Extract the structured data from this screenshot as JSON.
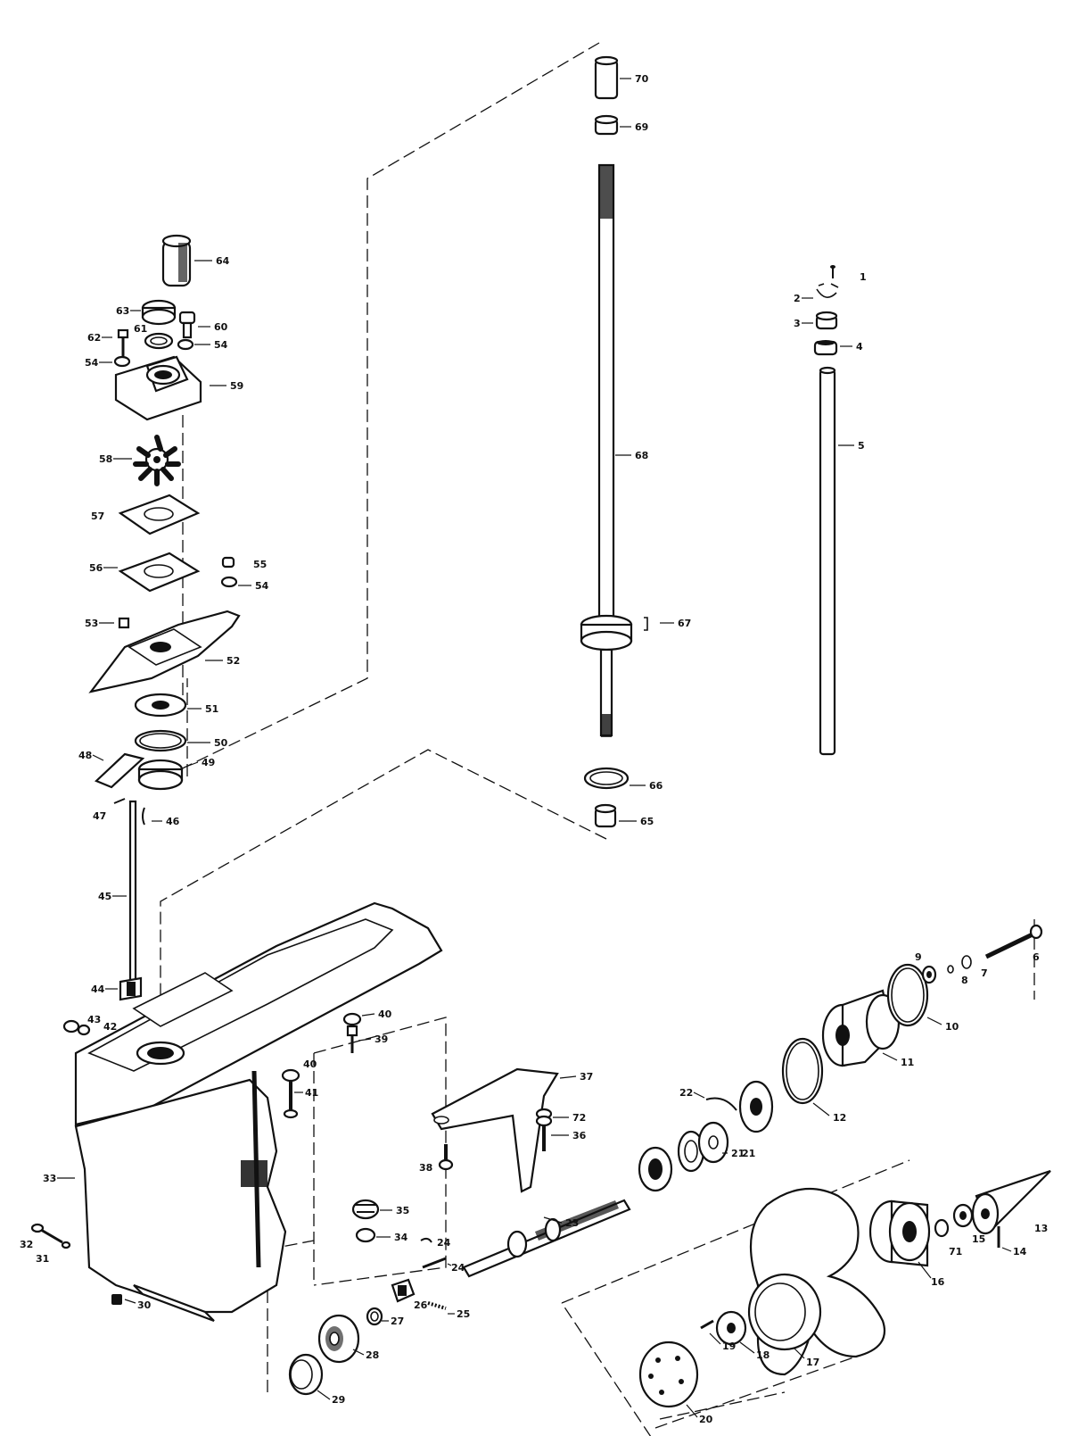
{
  "diagram": {
    "part_numbers": [
      "1",
      "2",
      "3",
      "4",
      "5",
      "6",
      "7",
      "8",
      "9",
      "10",
      "11",
      "12",
      "13",
      "14",
      "15",
      "16",
      "17",
      "18",
      "19",
      "20",
      "21",
      "22",
      "23",
      "24",
      "25",
      "26",
      "27",
      "28",
      "29",
      "30",
      "31",
      "32",
      "33",
      "34",
      "35",
      "36",
      "37",
      "38",
      "39",
      "40",
      "41",
      "42",
      "43",
      "44",
      "45",
      "46",
      "47",
      "48",
      "49",
      "50",
      "51",
      "52",
      "53",
      "54",
      "55",
      "56",
      "57",
      "58",
      "59",
      "60",
      "61",
      "62",
      "63",
      "64",
      "65",
      "66",
      "67",
      "68",
      "69",
      "70",
      "71",
      "72"
    ],
    "labels": {
      "p1": "1",
      "p2": "2",
      "p3": "3",
      "p4": "4",
      "p5": "5",
      "p6": "6",
      "p7": "7",
      "p8": "8",
      "p9": "9",
      "p10": "10",
      "p11": "11",
      "p12": "12",
      "p13": "13",
      "p14": "14",
      "p15": "15",
      "p16": "16",
      "p17": "17",
      "p18": "18",
      "p19": "19",
      "p20": "20",
      "p21": "21",
      "p22": "22",
      "p23": "23",
      "p24a": "24",
      "p24b": "24",
      "p25": "25",
      "p26": "26",
      "p27": "27",
      "p28": "28",
      "p29": "29",
      "p30": "30",
      "p31": "31",
      "p32": "32",
      "p33": "33",
      "p34": "34",
      "p35": "35",
      "p36": "36",
      "p37": "37",
      "p38": "38",
      "p39": "39",
      "p40a": "40",
      "p40b": "40",
      "p41": "41",
      "p42": "42",
      "p43": "43",
      "p44": "44",
      "p45": "45",
      "p46": "46",
      "p47": "47",
      "p48": "48",
      "p49": "49",
      "p50": "50",
      "p51": "51",
      "p52": "52",
      "p53": "53",
      "p54a": "54",
      "p54b": "54",
      "p54c": "54",
      "p55": "55",
      "p56": "56",
      "p57": "57",
      "p58": "58",
      "p59": "59",
      "p60": "60",
      "p61": "61",
      "p62": "62",
      "p63": "63",
      "p64": "64",
      "p65": "65",
      "p66": "66",
      "p67": "67",
      "p68": "68",
      "p69": "69",
      "p70": "70",
      "p71": "71",
      "p72": "72",
      "p21b": "21"
    }
  }
}
